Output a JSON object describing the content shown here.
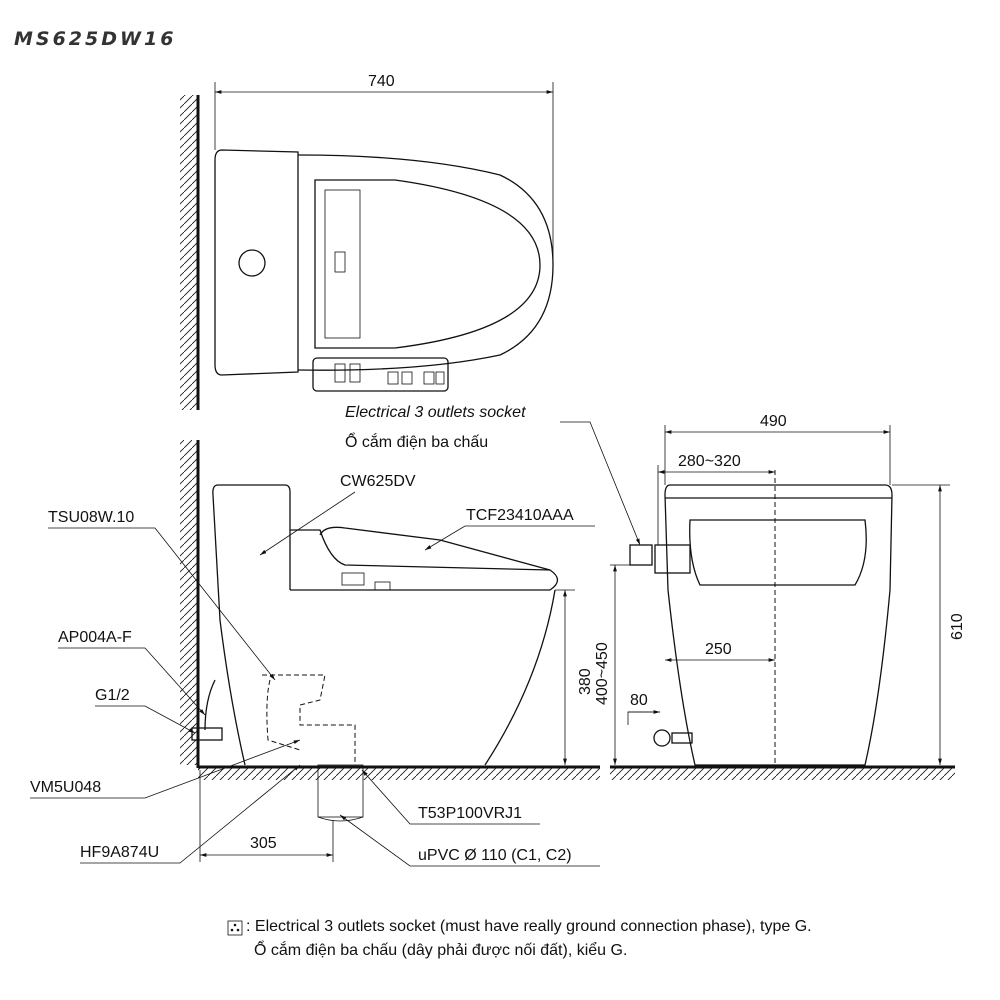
{
  "model": "MS625DW16",
  "top_view": {
    "width_dim": "740"
  },
  "side_view": {
    "labels": {
      "seat_model": "CW625DV",
      "washlet_model": "TCF23410AAA",
      "tank_fitting": "TSU08W.10",
      "hose": "AP004A-F",
      "thread": "G1/2",
      "valve": "VM5U048",
      "flange": "HF9A874U",
      "drain_adapter": "T53P100VRJ1",
      "pipe": "uPVC Ø 110 (C1, C2)"
    },
    "dims": {
      "height_seat": "380",
      "rough_in": "305"
    },
    "socket_label_en": "Electrical 3 outlets socket",
    "socket_label_vi": "Ổ cắm điện ba chấu"
  },
  "front_view": {
    "dims": {
      "width": "490",
      "socket_range": "280~320",
      "height": "610",
      "socket_height": "400~450",
      "supply_offset": "250",
      "supply_height": "80"
    }
  },
  "footnote": {
    "icon": "socket-icon",
    "line1": ": Electrical 3 outlets socket (must have really ground connection phase), type G.",
    "line2": "Ổ cắm điện ba chấu (dây phải được nối đất), kiểu G."
  }
}
